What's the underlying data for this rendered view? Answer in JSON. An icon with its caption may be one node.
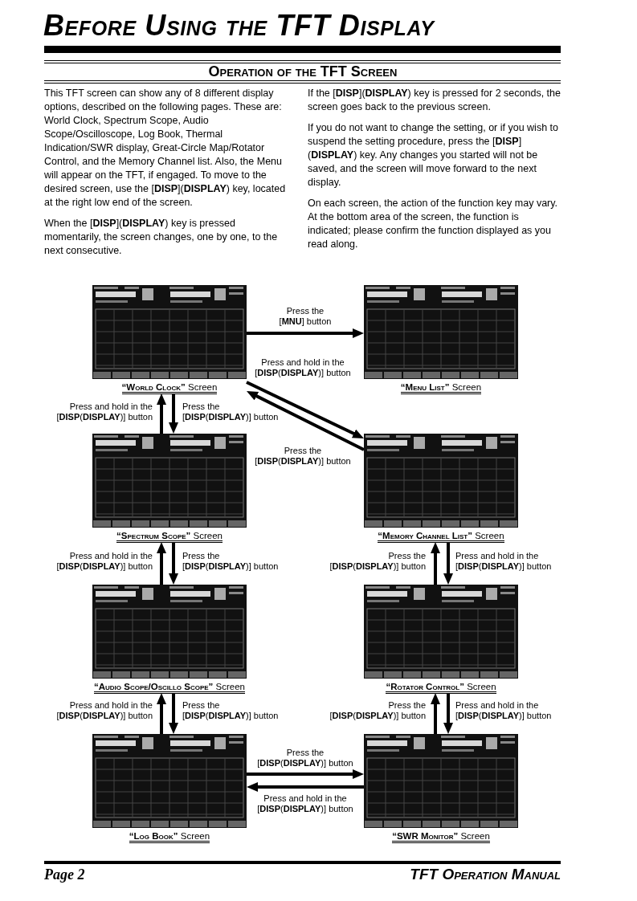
{
  "diagram": {
    "title": "Before Using the TFT Display",
    "nodes": [
      {
        "text": [],
        "shape": "picture",
        "beside": [
          "**“World Clock”** Screen"
        ]
      },
      {
        "text": [],
        "shape": "picture",
        "beside": [
          "**“Menu List”** Screen"
        ]
      },
      {
        "text": [],
        "shape": "picture",
        "beside": [
          "**“Spectrum Scope”** Screen"
        ]
      },
      {
        "text": [],
        "shape": "picture",
        "beside": [
          "**“Memory Channel List”** Screen"
        ]
      },
      {
        "text": [],
        "shape": "picture",
        "beside": [
          "**“Audio Scope/Oscillo Scope”** Screen"
        ]
      },
      {
        "text": [],
        "shape": "picture",
        "beside": [
          "**“Rotator Control”** Screen"
        ]
      },
      {
        "text": [],
        "shape": "picture",
        "beside": [
          "**“Log Book”** Screen"
        ]
      },
      {
        "text": [],
        "shape": "picture",
        "beside": [
          "**“SWR Monitor”** Screen"
        ]
      }
    ],
    "edges": [
      {
        "from": 0,
        "to": 1,
        "arrow": "to",
        "label": "Press the [**MNU**] button"
      },
      {
        "from": 0,
        "to": 3,
        "arrow": "to",
        "label": "Press and hold in the [**DISP**(**DISPLAY**)] button"
      },
      {
        "from": 3,
        "to": 0,
        "arrow": "to",
        "label": "Press the [**DISP**(**DISPLAY**)] button"
      },
      {
        "from": 2,
        "to": 0,
        "arrow": "to",
        "label": "Press and hold in the [**DISP**(**DISPLAY**)] button"
      },
      {
        "from": 0,
        "to": 2,
        "arrow": "to",
        "label": "Press the [**DISP**(**DISPLAY**)] button"
      },
      {
        "from": 5,
        "to": 3,
        "arrow": "to",
        "label": "Press the [**DISP**(**DISPLAY**)] button"
      },
      {
        "from": 3,
        "to": 5,
        "arrow": "to",
        "label": "Press and hold in the [**DISP**(**DISPLAY**)] button"
      },
      {
        "from": 4,
        "to": 2,
        "arrow": "to",
        "label": "Press and hold in the [**DISP**(**DISPLAY**)] button"
      },
      {
        "from": 2,
        "to": 4,
        "arrow": "to",
        "label": "Press the [**DISP**(**DISPLAY**)] button"
      },
      {
        "from": 7,
        "to": 5,
        "arrow": "to",
        "label": "Press the [**DISP**(**DISPLAY**)] button"
      },
      {
        "from": 5,
        "to": 7,
        "arrow": "to",
        "label": "Press and hold in the [**DISP**(**DISPLAY**)] button"
      },
      {
        "from": 6,
        "to": 4,
        "arrow": "to",
        "label": "Press and hold in the [**DISP**(**DISPLAY**)] button"
      },
      {
        "from": 4,
        "to": 6,
        "arrow": "to",
        "label": "Press the [**DISP**(**DISPLAY**)] button"
      },
      {
        "from": 6,
        "to": 7,
        "arrow": "to",
        "label": "Press the [**DISP**(**DISPLAY**)] button"
      },
      {
        "from": 7,
        "to": 6,
        "arrow": "to",
        "label": "Press and hold in the [**DISP**(**DISPLAY**)] button"
      }
    ],
    "labels": [
      "Operation of the TFT Screen",
      "This TFT screen can show any of 8 different display options, described on the following pages. These are: World Clock, Spectrum Scope, Audio Scope/Oscilloscope, Log Book, Thermal Indication/SWR display, Great-Circle Map/Rotator Control, and the Memory Channel list. Also, the Menu will appear on the TFT, if engaged.  To move to the desired screen, use the [**DISP**](**DISPLAY**) key, located at the right low end of the screen.",
      "When the [**DISP**](**DISPLAY**) key is pressed momentarily, the screen changes, one by one, to the next consecutive.",
      "If the [**DISP**](**DISPLAY**) key is pressed for 2 seconds, the screen goes back to the previous screen.",
      "If you do not want to change the setting, or if you wish to suspend the setting procedure, press the [**DISP**](**DISPLAY**) key. Any changes you started will not be saved, and the screen will move forward to the next display.",
      "On each screen, the action of the function key may vary. At the bottom area of the screen, the function is indicated; please confirm the function displayed as you read along.",
      "Page 2",
      "TFT Operation Manual"
    ]
  }
}
